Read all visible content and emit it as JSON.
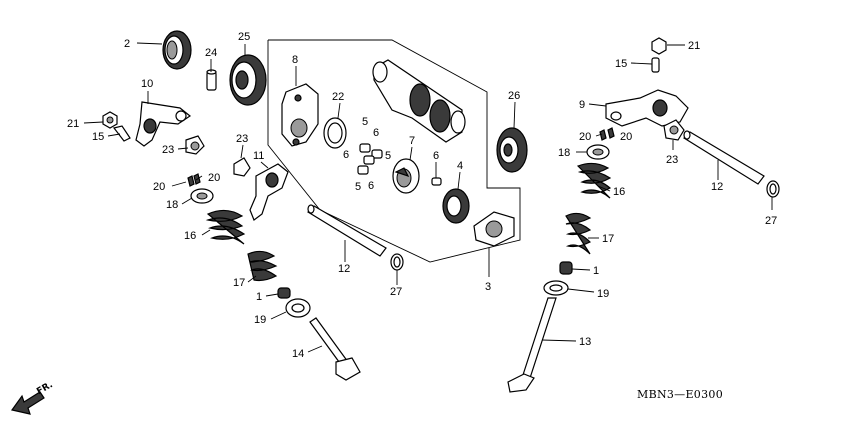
{
  "callouts": [
    {
      "id": "c2",
      "text": "2"
    },
    {
      "id": "c24",
      "text": "24"
    },
    {
      "id": "c25",
      "text": "25"
    },
    {
      "id": "c10",
      "text": "10"
    },
    {
      "id": "c21a",
      "text": "21"
    },
    {
      "id": "c15a",
      "text": "15"
    },
    {
      "id": "c23a",
      "text": "23"
    },
    {
      "id": "c8",
      "text": "8"
    },
    {
      "id": "c22",
      "text": "22"
    },
    {
      "id": "c5a",
      "text": "5"
    },
    {
      "id": "c6a",
      "text": "6"
    },
    {
      "id": "c6b",
      "text": "6"
    },
    {
      "id": "c5b",
      "text": "5"
    },
    {
      "id": "c5c",
      "text": "5"
    },
    {
      "id": "c6c",
      "text": "6"
    },
    {
      "id": "c7",
      "text": "7"
    },
    {
      "id": "c6d",
      "text": "6"
    },
    {
      "id": "c4",
      "text": "4"
    },
    {
      "id": "c26",
      "text": "26"
    },
    {
      "id": "c23b",
      "text": "23"
    },
    {
      "id": "c11",
      "text": "11"
    },
    {
      "id": "c20a",
      "text": "20"
    },
    {
      "id": "c20b",
      "text": "20"
    },
    {
      "id": "c18a",
      "text": "18"
    },
    {
      "id": "c16a",
      "text": "16"
    },
    {
      "id": "c17a",
      "text": "17"
    },
    {
      "id": "c1a",
      "text": "1"
    },
    {
      "id": "c19a",
      "text": "19"
    },
    {
      "id": "c14",
      "text": "14"
    },
    {
      "id": "c12a",
      "text": "12"
    },
    {
      "id": "c27a",
      "text": "27"
    },
    {
      "id": "c3",
      "text": "3"
    },
    {
      "id": "c21b",
      "text": "21"
    },
    {
      "id": "c15b",
      "text": "15"
    },
    {
      "id": "c9",
      "text": "9"
    },
    {
      "id": "c20c",
      "text": "20"
    },
    {
      "id": "c20d",
      "text": "20"
    },
    {
      "id": "c18b",
      "text": "18"
    },
    {
      "id": "c16b",
      "text": "16"
    },
    {
      "id": "c17b",
      "text": "17"
    },
    {
      "id": "c1b",
      "text": "1"
    },
    {
      "id": "c19b",
      "text": "19"
    },
    {
      "id": "c13",
      "text": "13"
    },
    {
      "id": "c23c",
      "text": "23"
    },
    {
      "id": "c12b",
      "text": "12"
    },
    {
      "id": "c27b",
      "text": "27"
    }
  ],
  "diagram_code": "MBN3—E0300",
  "direction_label": "FR."
}
